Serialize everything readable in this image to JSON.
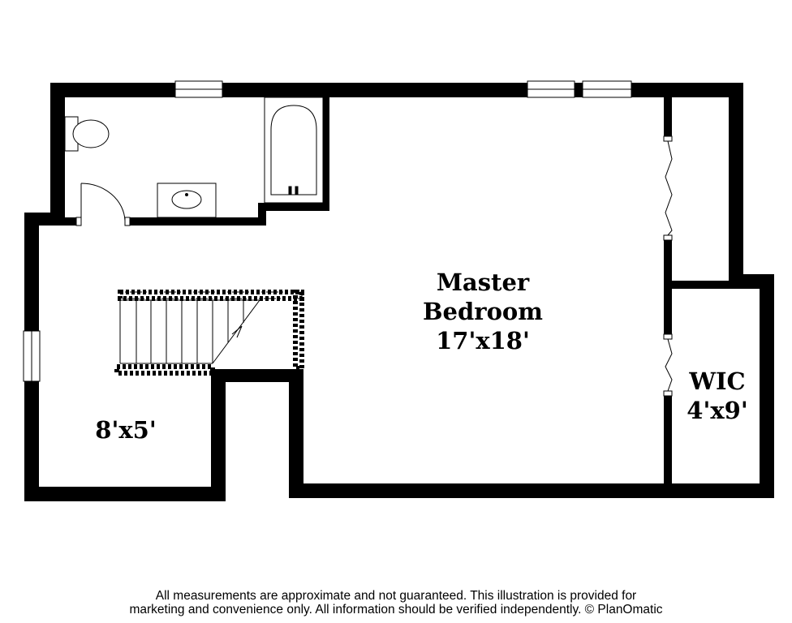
{
  "floorplan": {
    "rooms": {
      "master_bedroom": {
        "name_line1": "Master",
        "name_line2": "Bedroom",
        "size": "17'x18'"
      },
      "wic": {
        "name": "WIC",
        "size": "4'x9'"
      },
      "small_room": {
        "size": "8'x5'"
      }
    },
    "fixtures": [
      "toilet-icon",
      "sink-icon",
      "bathtub-icon",
      "stairs-icon",
      "door-icon",
      "window-icon",
      "closet-door-icon"
    ],
    "colors": {
      "wall": "#000000",
      "background": "#ffffff"
    }
  },
  "footer": {
    "line1": "All measurements are approximate and not guaranteed. This illustration is provided for",
    "line2": "marketing and convenience only. All information should be verified independently. © PlanOmatic"
  }
}
